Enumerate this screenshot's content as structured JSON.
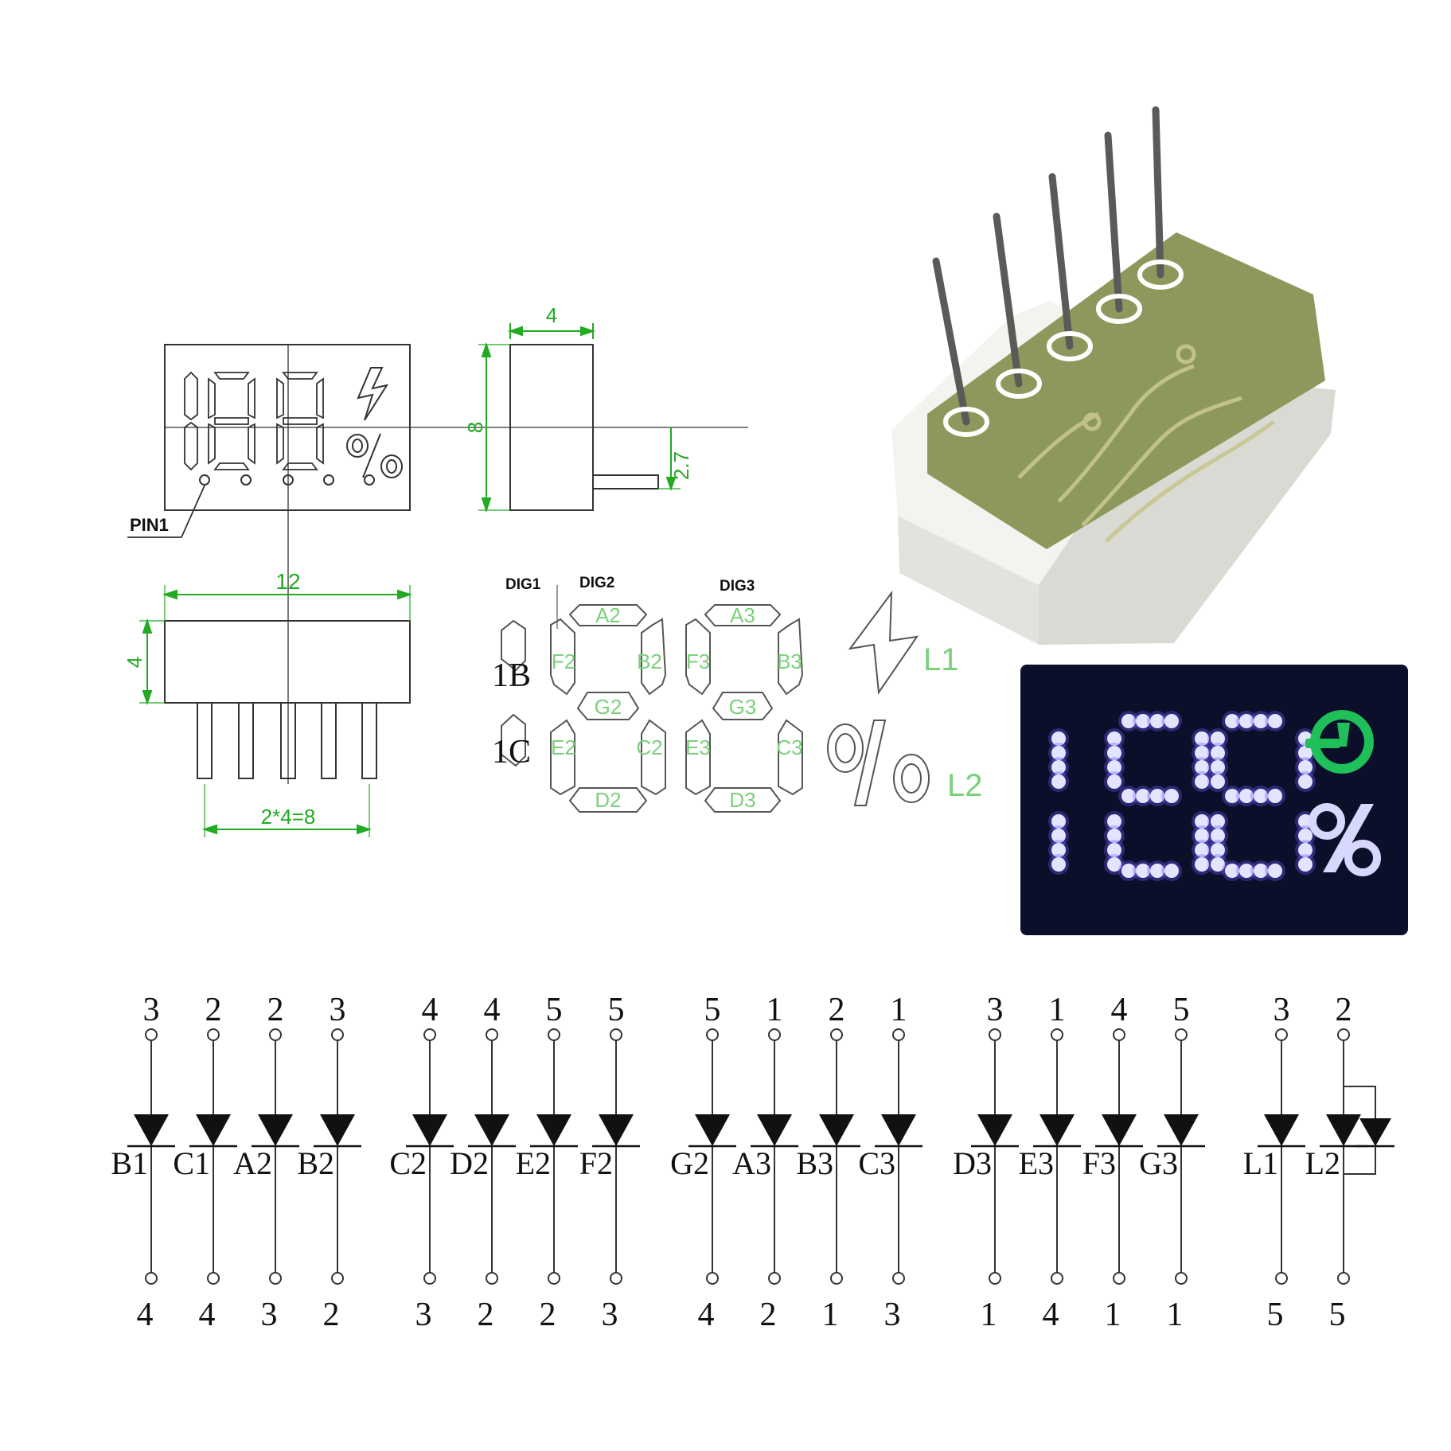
{
  "front_view": {
    "pin1_label": "PIN1",
    "width_dim": "12",
    "pitch_dim": "2*4=8"
  },
  "side_view": {
    "width_dim": "4",
    "height_dim": "8",
    "pin_dim": "2.7"
  },
  "bottom_view": {
    "height_dim": "4"
  },
  "segment_map": {
    "digit_labels": [
      "DIG1",
      "DIG2",
      "DIG3"
    ],
    "dig1_segments": [
      "1B",
      "1C"
    ],
    "dig2_segments": [
      "A2",
      "B2",
      "C2",
      "D2",
      "E2",
      "F2",
      "G2"
    ],
    "dig3_segments": [
      "A3",
      "B3",
      "C3",
      "D3",
      "E3",
      "F3",
      "G3"
    ],
    "symbol_labels": [
      "L1",
      "L2"
    ]
  },
  "colors": {
    "dimension": "#22aa22",
    "segment_label": "#7bd07b",
    "lit_display": "#c8c8ff",
    "lit_glow": "#6a5cff",
    "plug_green": "#1fbf5a",
    "panel_bg": "#0b0f2a",
    "pcb_green": "#8a9a55"
  },
  "schematic": {
    "groups": [
      {
        "diodes": [
          {
            "label": "B1",
            "top_pin": "3",
            "bottom_pin": "4"
          },
          {
            "label": "C1",
            "top_pin": "2",
            "bottom_pin": "4"
          },
          {
            "label": "A2",
            "top_pin": "2",
            "bottom_pin": "3"
          },
          {
            "label": "B2",
            "top_pin": "3",
            "bottom_pin": "2"
          }
        ]
      },
      {
        "diodes": [
          {
            "label": "C2",
            "top_pin": "4",
            "bottom_pin": "3"
          },
          {
            "label": "D2",
            "top_pin": "4",
            "bottom_pin": "2"
          },
          {
            "label": "E2",
            "top_pin": "5",
            "bottom_pin": "2"
          },
          {
            "label": "F2",
            "top_pin": "5",
            "bottom_pin": "3"
          }
        ]
      },
      {
        "diodes": [
          {
            "label": "G2",
            "top_pin": "5",
            "bottom_pin": "4"
          },
          {
            "label": "A3",
            "top_pin": "1",
            "bottom_pin": "2"
          },
          {
            "label": "B3",
            "top_pin": "2",
            "bottom_pin": "1"
          },
          {
            "label": "C3",
            "top_pin": "1",
            "bottom_pin": "3"
          }
        ]
      },
      {
        "diodes": [
          {
            "label": "D3",
            "top_pin": "3",
            "bottom_pin": "1"
          },
          {
            "label": "E3",
            "top_pin": "1",
            "bottom_pin": "4"
          },
          {
            "label": "F3",
            "top_pin": "4",
            "bottom_pin": "1"
          },
          {
            "label": "G3",
            "top_pin": "5",
            "bottom_pin": "1"
          }
        ]
      },
      {
        "diodes": [
          {
            "label": "L1",
            "top_pin": "3",
            "bottom_pin": "5"
          },
          {
            "label": "L2",
            "top_pin": "2",
            "bottom_pin": "5"
          }
        ]
      }
    ]
  },
  "icons": [
    "lightning-icon",
    "percent-icon",
    "plug-icon",
    "diode-symbol-icon",
    "led-module-photo"
  ]
}
